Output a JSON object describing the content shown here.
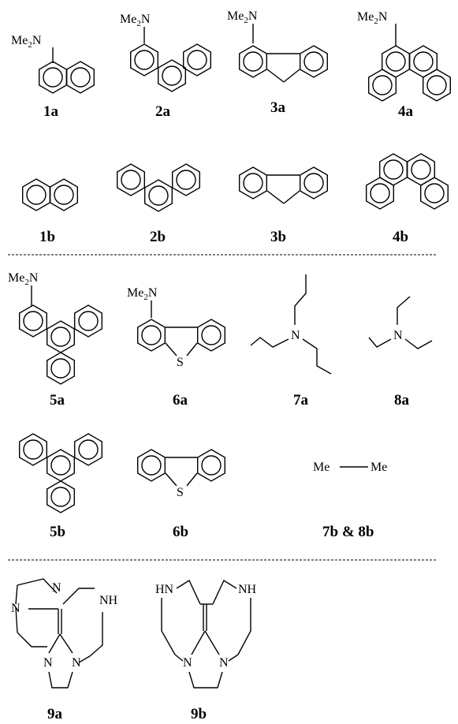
{
  "compounds": {
    "1a": {
      "label": "1a",
      "substituent": "Me2N"
    },
    "2a": {
      "label": "2a",
      "substituent": "Me2N"
    },
    "3a": {
      "label": "3a",
      "substituent": "Me2N"
    },
    "4a": {
      "label": "4a",
      "substituent": "Me2N"
    },
    "1b": {
      "label": "1b"
    },
    "2b": {
      "label": "2b"
    },
    "3b": {
      "label": "3b"
    },
    "4b": {
      "label": "4b"
    },
    "5a": {
      "label": "5a",
      "substituent": "Me2N"
    },
    "6a": {
      "label": "6a",
      "substituent": "Me2N",
      "heteroatom": "S"
    },
    "7a": {
      "label": "7a",
      "heteroatom": "N"
    },
    "8a": {
      "label": "8a",
      "heteroatom": "N"
    },
    "5b": {
      "label": "5b"
    },
    "6b": {
      "label": "6b",
      "heteroatom": "S"
    },
    "7b8b": {
      "label": "7b & 8b",
      "left": "Me",
      "right": "Me"
    },
    "9a": {
      "label": "9a",
      "atoms": [
        "N",
        "N",
        "NH",
        "N",
        "N"
      ]
    },
    "9b": {
      "label": "9b",
      "atoms": [
        "HN",
        "NH",
        "N",
        "N"
      ]
    }
  }
}
